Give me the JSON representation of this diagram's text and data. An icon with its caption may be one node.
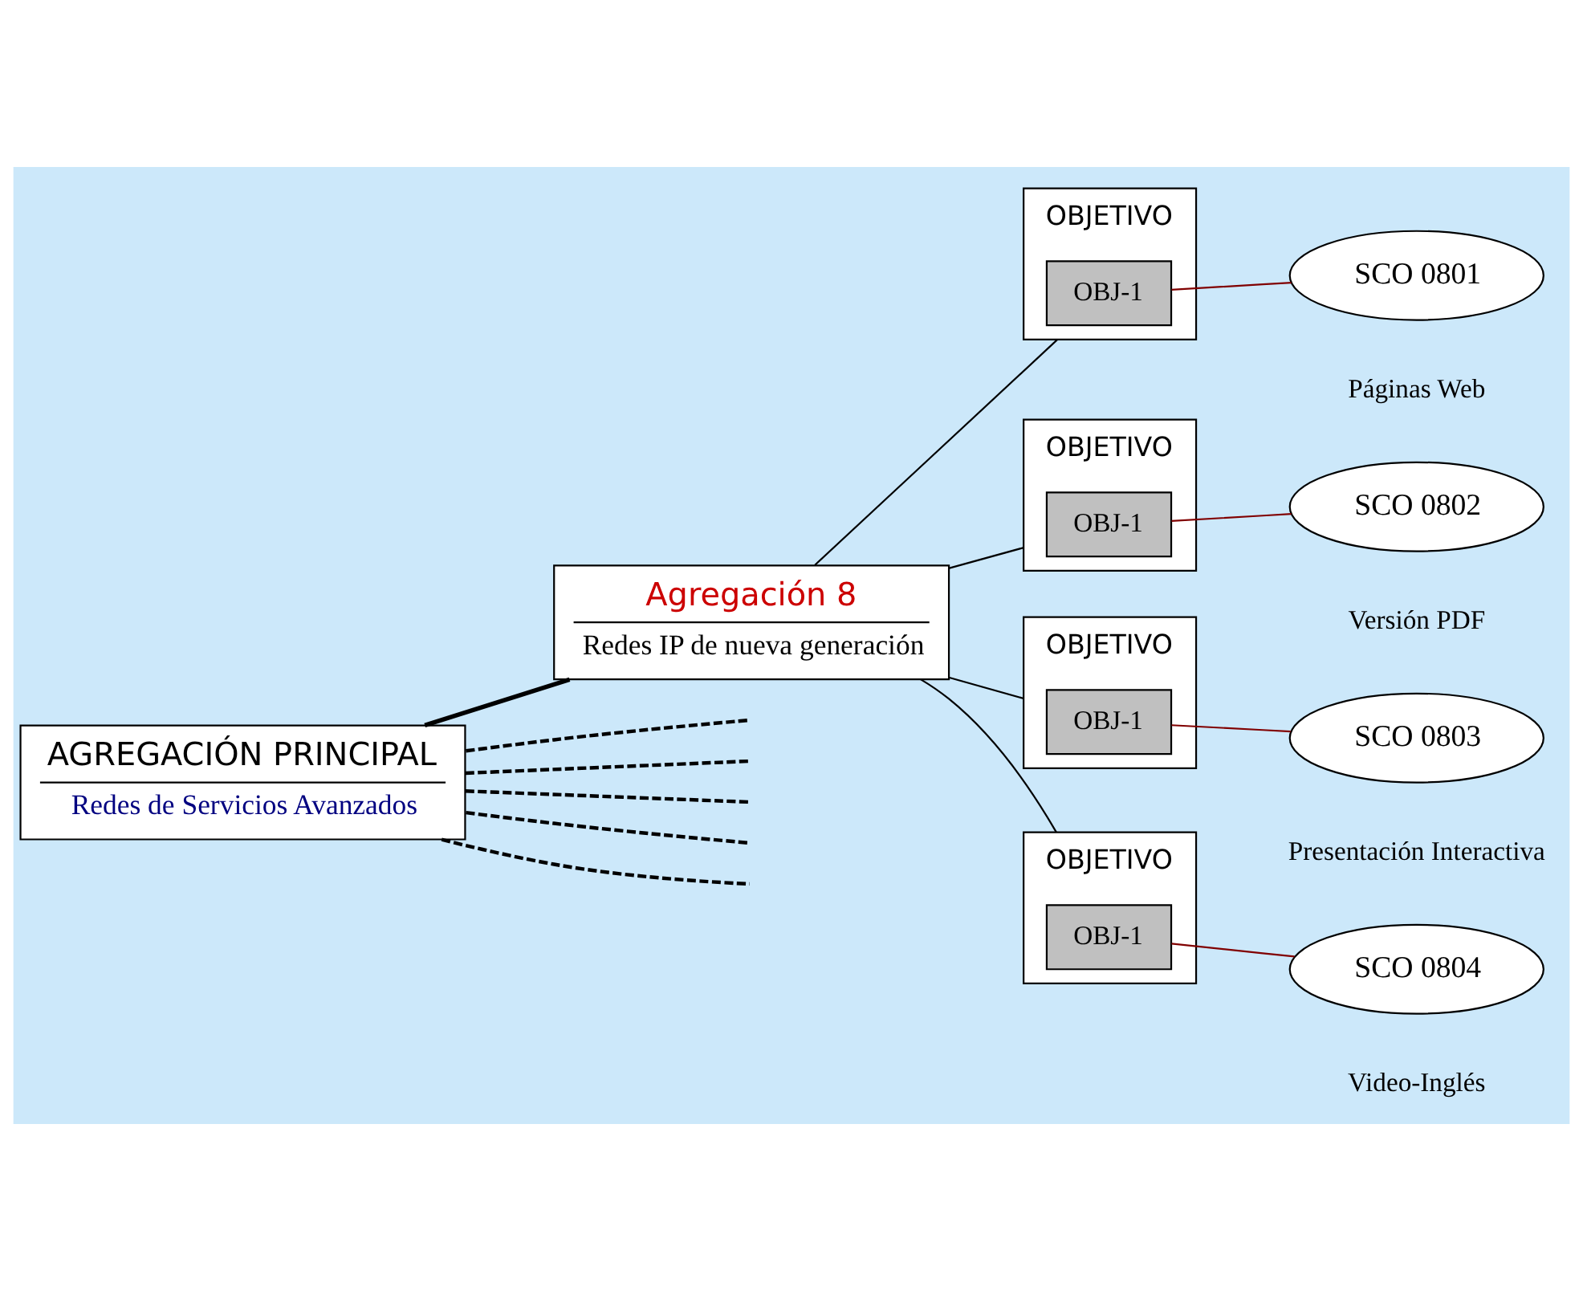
{
  "diagram": {
    "nodes": [
      {
        "text": [
          "AGREGACIÓN PRINCIPAL",
          "Redes de Servicios Avanzados"
        ]
      },
      {
        "text": [
          "Agregación 8",
          "Redes IP de nueva generación"
        ]
      },
      {
        "text": [
          "OBJETIVO"
        ]
      },
      {
        "text": [
          "OBJ-1"
        ],
        "in": 2
      },
      {
        "text": [
          "SCO 0801"
        ],
        "beside": [
          "Páginas Web"
        ]
      },
      {
        "text": [
          "OBJETIVO"
        ]
      },
      {
        "text": [
          "OBJ-1"
        ],
        "in": 5
      },
      {
        "text": [
          "SCO 0802"
        ],
        "beside": [
          "Versión PDF"
        ]
      },
      {
        "text": [
          "OBJETIVO"
        ]
      },
      {
        "text": [
          "OBJ-1"
        ],
        "in": 8
      },
      {
        "text": [
          "SCO 0803"
        ],
        "beside": [
          "Presentación Interactiva"
        ]
      },
      {
        "text": [
          "OBJETIVO"
        ]
      },
      {
        "text": [
          "OBJ-1"
        ],
        "in": 11
      },
      {
        "text": [
          "SCO 0804"
        ],
        "beside": [
          "Video-Inglés"
        ]
      }
    ],
    "edges": [
      {
        "from": 0,
        "to": null,
        "arrow": "none",
        "style": "dashed"
      },
      {
        "from": 0,
        "to": 1,
        "arrow": "none",
        "style": "thick"
      },
      {
        "from": 0,
        "to": null,
        "arrow": "none",
        "style": "dashed"
      },
      {
        "from": 0,
        "to": null,
        "arrow": "none",
        "style": "dashed"
      },
      {
        "from": 0,
        "to": null,
        "arrow": "none",
        "style": "dashed"
      },
      {
        "from": 0,
        "to": null,
        "arrow": "none",
        "style": "dashed"
      },
      {
        "from": 1,
        "to": 2,
        "arrow": "none"
      },
      {
        "from": 1,
        "to": 5,
        "arrow": "none"
      },
      {
        "from": 1,
        "to": 8,
        "arrow": "none"
      },
      {
        "from": 1,
        "to": 11,
        "arrow": "none"
      },
      {
        "from": 3,
        "to": 4,
        "arrow": "none",
        "color": "#800000"
      },
      {
        "from": 6,
        "to": 7,
        "arrow": "none",
        "color": "#800000"
      },
      {
        "from": 9,
        "to": 10,
        "arrow": "none",
        "color": "#800000"
      },
      {
        "from": 12,
        "to": 13,
        "arrow": "none",
        "color": "#800000"
      }
    ]
  }
}
